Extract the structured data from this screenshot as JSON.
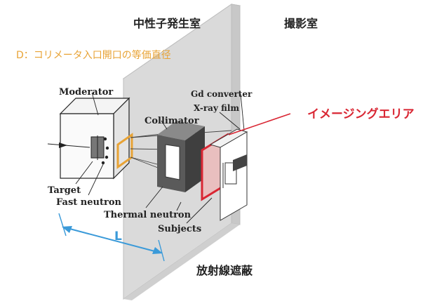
{
  "labels": {
    "neutron_room": "中性子発生室",
    "imaging_room": "撮影室",
    "d_label": "D：コリメータ入口開口の等価直径",
    "imaging_area": "イメージングエリア",
    "moderator": "Moderator",
    "gd_converter": "Gd converter",
    "xray_film": "X-ray film",
    "collimator": "Collimator",
    "target": "Target",
    "fast_neutron": "Fast neutron",
    "thermal_neutron": "Thermal neutron",
    "subjects": "Subjects",
    "length_L": "L",
    "shield": "放射線遮蔽"
  },
  "colors": {
    "d_orange": "#E8A335",
    "imaging_red": "#D92633",
    "length_blue": "#3A9AD9",
    "wall_gray": "#D6D6D6",
    "collimator_gray": "#555555"
  }
}
